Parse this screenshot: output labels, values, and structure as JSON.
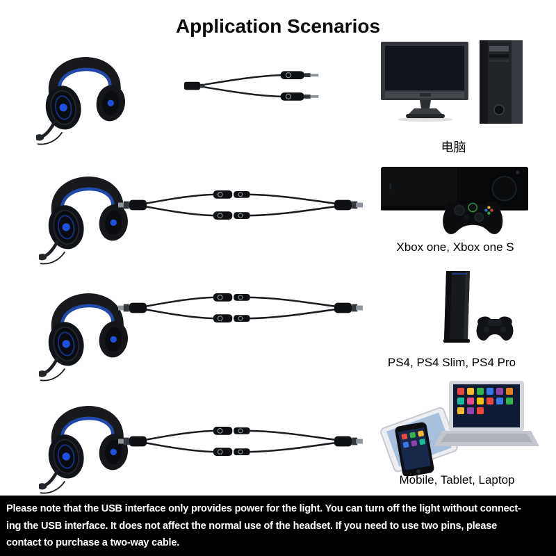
{
  "title": "Application Scenarios",
  "rows": [
    {
      "id": "pc",
      "device_label": "电脑",
      "device_image": "desktop-computer",
      "cable_image": "y-splitter-dual-plug-cable"
    },
    {
      "id": "xbox",
      "device_label": "Xbox one, Xbox one S",
      "device_image": "xbox-console-with-controller",
      "cable_image": "two-in-one-adapter-cable"
    },
    {
      "id": "ps4",
      "device_label": "PS4, PS4 Slim, PS4 Pro",
      "device_image": "ps4-console-with-controller",
      "cable_image": "two-in-one-adapter-cable"
    },
    {
      "id": "mobile",
      "device_label": "Mobile, Tablet, Laptop",
      "device_image": "phone-tablet-laptop",
      "cable_image": "two-in-one-adapter-cable"
    }
  ],
  "headset_image": "gaming-headset-with-blue-led-and-microphone",
  "footer": {
    "line1": "Please note that the USB interface only provides power for the light. You can turn off the light without connect-",
    "line2": "ing the USB interface. It does not affect the normal use of the headset. If you need to use two pins, please",
    "line3": "contact to purchase a two-way cable."
  },
  "colors": {
    "led_blue": "#2050dd",
    "banner_background": "#000000",
    "banner_text": "#ffffff",
    "page_background": "#ffffff"
  }
}
